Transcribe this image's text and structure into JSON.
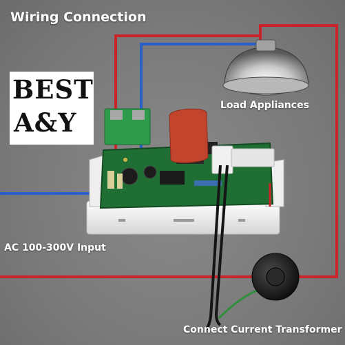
{
  "diagram": {
    "title": "Wiring Connection",
    "labels": {
      "load": "Load Appliances",
      "input": "AC 100-300V Input",
      "ct": "Connect Current Transformer"
    }
  },
  "watermark": {
    "line1": "BEST",
    "line2": "A&Y"
  },
  "colors": {
    "background": "#7e7e7e",
    "wire_red": "#c8242a",
    "wire_blue": "#2a5fc8",
    "wire_black": "#151515",
    "wire_green": "#2e8f3a",
    "pcb": "#1f6f35",
    "terminal": "#2e9b4a",
    "capacitor": "#c2442c",
    "housing": "#f2f2f2"
  }
}
